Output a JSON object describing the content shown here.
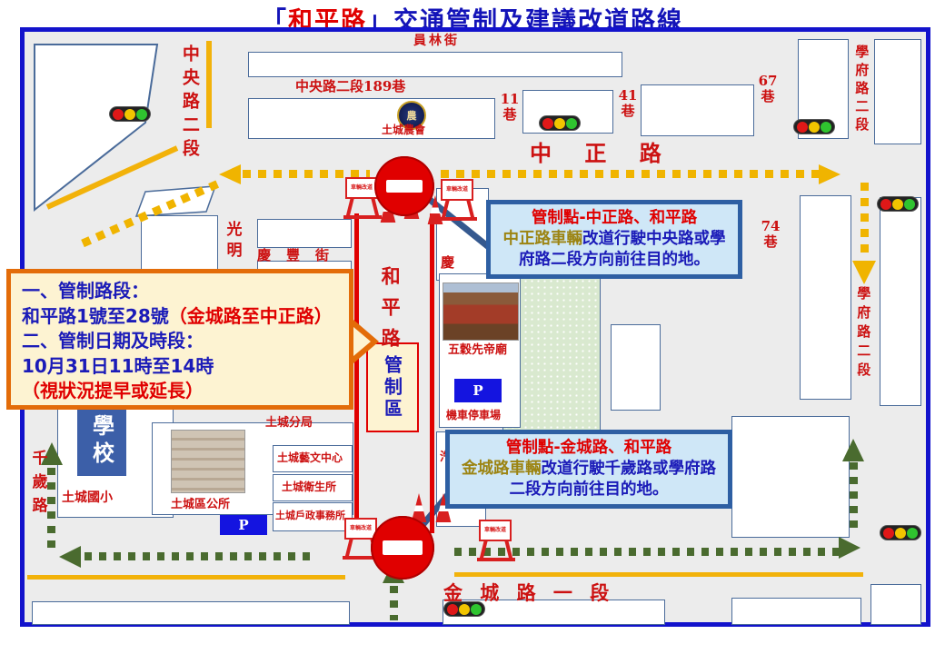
{
  "title": {
    "prefix": "「",
    "road_name": "和平路",
    "suffix": "」交通管制及建議改道路線"
  },
  "info_box": {
    "line1": "一、管制路段：",
    "line2_main": "和平路1號至28號",
    "line2_note": "（金城路至中正路）",
    "line3": "二、管制日期及時段：",
    "line4": "10月31日11時至14時",
    "line5": "（視狀況提早或延長）"
  },
  "control_points": {
    "north": {
      "title": "管制點-中正路、和平路",
      "road": "中正路車輛",
      "detour": "改道行駛中央路或學府路二段方向前往目的地。"
    },
    "south": {
      "title": "管制點-金城路、和平路",
      "road": "金城路車輛",
      "detour": "改道行駛千歲路或學府路二段方向前往目的地。"
    }
  },
  "roads": {
    "yuanlin_street": "員林街",
    "zhongyang_rd_sec2": "中央路二段",
    "zhongyang_lane189": "中央路二段189巷",
    "lane11": "11巷",
    "lane41": "41巷",
    "lane67": "67巷",
    "lane74": "74巷",
    "zhongzheng_rd": "中 正 路",
    "xuefu_rd_sec2_top": "學府路二段",
    "xuefu_rd_sec2_right": "學府路二段",
    "guangming": "光明",
    "qingfeng_street": "慶豐街",
    "qingfeng_partial": "慶",
    "heping_rd": "和平路",
    "qiansui_rd": "千歲路",
    "jincheng_rd_sec1": "金 城 路 一 段"
  },
  "places": {
    "farmers_assoc": "土城農會",
    "farmers_logo_char": "農",
    "temple": "五穀先帝廟",
    "moto_parking": "機車停車場",
    "car_parking_partial": "汽",
    "police_branch": "土城分局",
    "art_center": "土城藝文中心",
    "health_center": "土城衛生所",
    "household_office": "土城戶政事務所",
    "school": "學校",
    "elementary_school": "土城國小",
    "district_office": "土城區公所",
    "parking_symbol": "P"
  },
  "signs": {
    "control_zone": "管制區",
    "barricade": "車輛改道"
  },
  "colors": {
    "accent_red": "#e00000",
    "title_blue": "#1414b8",
    "route_yellow": "#f0b400",
    "route_green": "#4a6b2f",
    "callout_bg": "#cfe7f7",
    "callout_border": "#2e5fa3",
    "info_bg": "#fdf3d2",
    "info_border": "#e36c09",
    "olive_road": "#9c8412",
    "park_green": "#d9e9cf",
    "label_red": "#cc1111"
  }
}
